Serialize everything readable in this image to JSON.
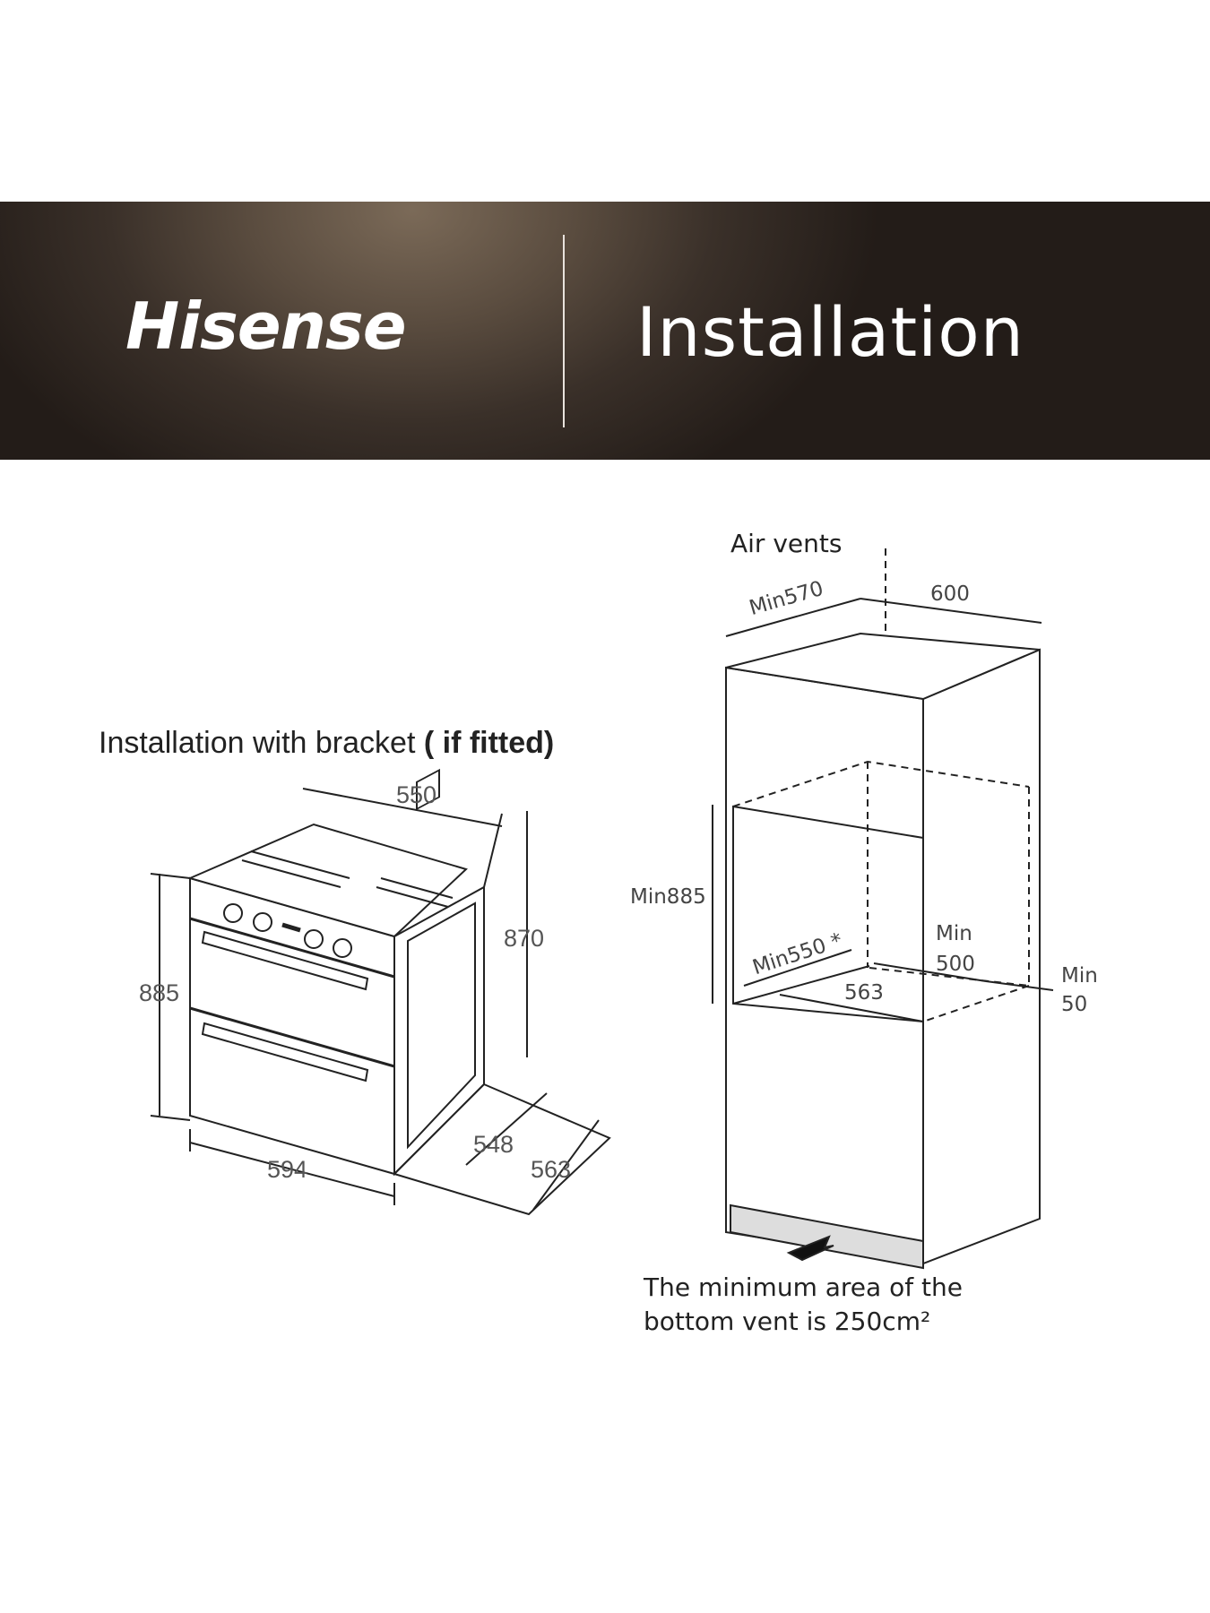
{
  "header": {
    "brand": "Hisense",
    "title": "Installation",
    "background_colors": [
      "#7b6a58",
      "#231c18"
    ]
  },
  "left_diagram": {
    "heading": "Installation with bracket",
    "heading_suffix": "( if fitted)",
    "dimensions": {
      "depth_top": "550",
      "height_right": "870",
      "height_left": "885",
      "width_front": "594",
      "depth_bottom_inner": "548",
      "depth_bottom_outer": "563"
    }
  },
  "right_diagram": {
    "air_vents_label": "Air vents",
    "dimensions": {
      "cabinet_depth_min": "Min570",
      "cabinet_width": "600",
      "opening_height_min": "Min885",
      "opening_depth_min": "Min550",
      "opening_depth_note": "*",
      "rear_gap_label": "Min",
      "rear_gap_value": "500",
      "opening_width": "563",
      "side_gap_label": "Min",
      "side_gap_value": "50"
    },
    "bottom_vent_note_line1": "The minimum area of the",
    "bottom_vent_note_line2": "bottom vent is 250cm²"
  }
}
